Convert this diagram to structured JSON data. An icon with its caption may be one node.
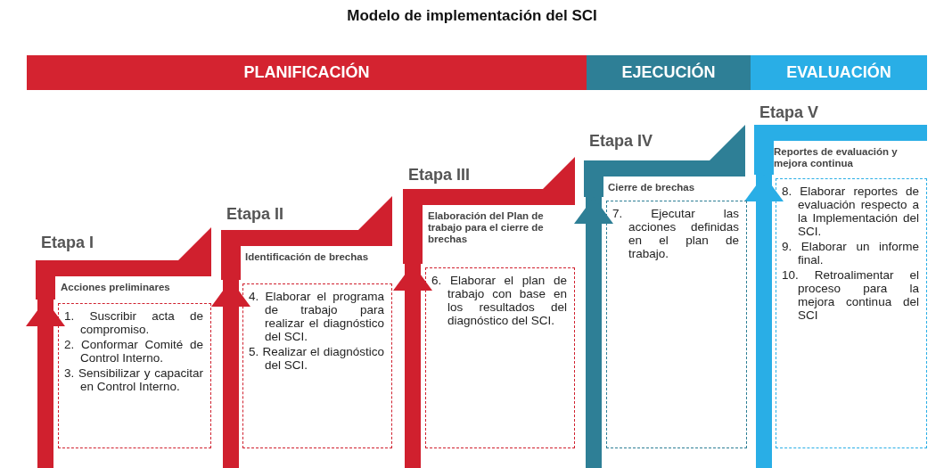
{
  "diagram": {
    "title": "Modelo de implementación del SCI",
    "nodes": [
      {
        "text": [
          "PLANIFICACIÓN"
        ]
      },
      {
        "text": [
          "EJECUCIÓN"
        ]
      },
      {
        "text": [
          "EVALUACIÓN"
        ]
      },
      {
        "text": [
          "Etapa I",
          "Acciones preliminares"
        ]
      },
      {
        "text": [
          "1. Suscribir acta de compromiso.",
          "2. Conformar Comité de Control Interno.",
          "3. Sensibilizar y capacitar en Control Interno."
        ]
      },
      {
        "text": [
          "Etapa II",
          "Identificación de brechas"
        ]
      },
      {
        "text": [
          "4. Elaborar el programa de trabajo para realizar el diagnóstico del SCI.",
          "5. Realizar el diagnóstico del SCI."
        ]
      },
      {
        "text": [
          "Etapa III",
          "Elaboración del Plan de trabajo para el cierre de brechas"
        ]
      },
      {
        "text": [
          "6. Elaborar el plan de trabajo con base en los resultados del diagnóstico del SCI."
        ]
      },
      {
        "text": [
          "Etapa IV",
          "Cierre de brechas"
        ]
      },
      {
        "text": [
          "7. Ejecutar las acciones definidas en el plan de trabajo."
        ]
      },
      {
        "text": [
          "Etapa V",
          "Reportes de evaluación y mejora continua"
        ]
      },
      {
        "text": [
          "8. Elaborar reportes de evaluación respecto a la Implementación del SCI.",
          "9. Elaborar un informe final.",
          "10. Retroalimentar el proceso para la mejora continua del SCI"
        ]
      }
    ],
    "edges": [
      {
        "from": null,
        "to": 3,
        "arrow": "to"
      },
      {
        "from": null,
        "to": 5,
        "arrow": "to"
      },
      {
        "from": null,
        "to": 7,
        "arrow": "to"
      },
      {
        "from": null,
        "to": 9,
        "arrow": "to",
        "color": "#2e7f96"
      },
      {
        "from": null,
        "to": 11,
        "arrow": "to",
        "color": "#29aee6"
      }
    ]
  }
}
